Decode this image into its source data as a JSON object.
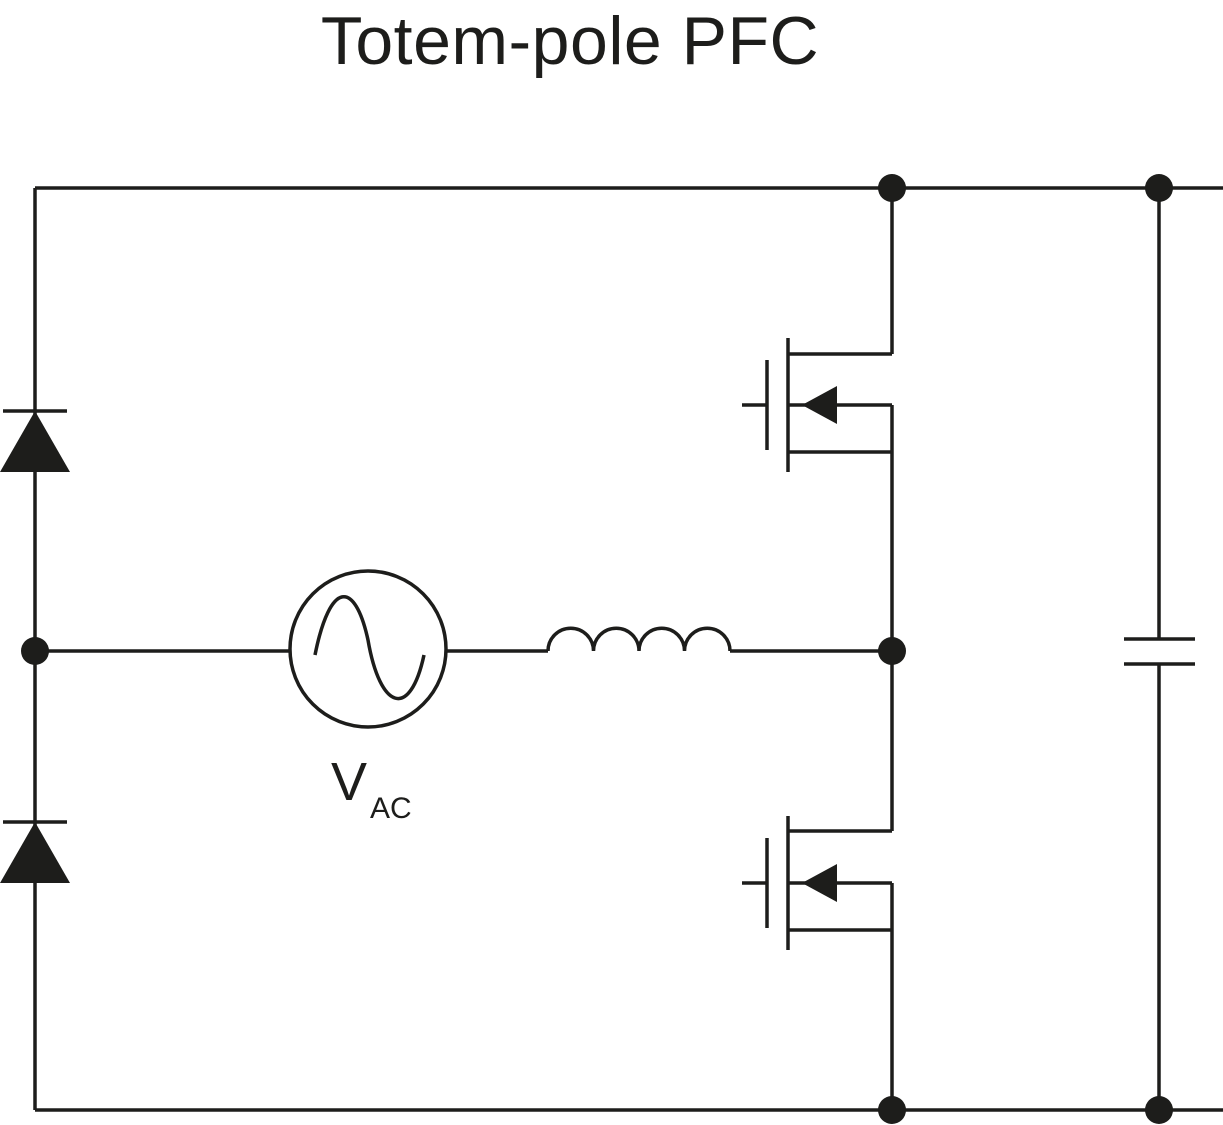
{
  "title": "Totem-pole PFC",
  "source_label": {
    "main": "V",
    "subscript": "AC"
  },
  "colors": {
    "ink": "#1d1d1b",
    "background": "#ffffff"
  },
  "components": {
    "diodes": [
      "upper-diode",
      "lower-diode"
    ],
    "source": "ac-voltage-source",
    "inductor": "boost-inductor",
    "switches": [
      "upper-mosfet",
      "lower-mosfet"
    ],
    "capacitor": "output-capacitor"
  }
}
